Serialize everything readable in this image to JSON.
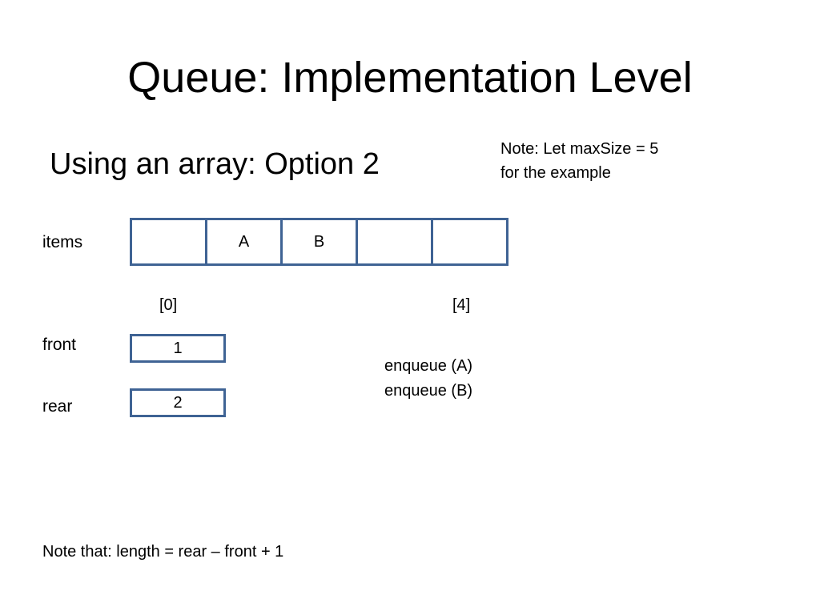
{
  "slide": {
    "title": "Queue:  Implementation Level",
    "subtitle": "Using an array:  Option 2",
    "note": {
      "line1": "Note:  Let  maxSize = 5",
      "line2": "for the example"
    }
  },
  "diagram": {
    "items_label": "items",
    "cells": [
      "",
      "A",
      "B",
      "",
      ""
    ],
    "index_first": "[0]",
    "index_last": "[4]",
    "front": {
      "label": "front",
      "value": "1"
    },
    "rear": {
      "label": "rear",
      "value": "2"
    },
    "operations": [
      "enqueue (A)",
      "enqueue (B)"
    ]
  },
  "footer": "Note that:  length = rear – front + 1",
  "colors": {
    "box_border": "#3f6394",
    "text": "#000000",
    "background": "#ffffff"
  }
}
